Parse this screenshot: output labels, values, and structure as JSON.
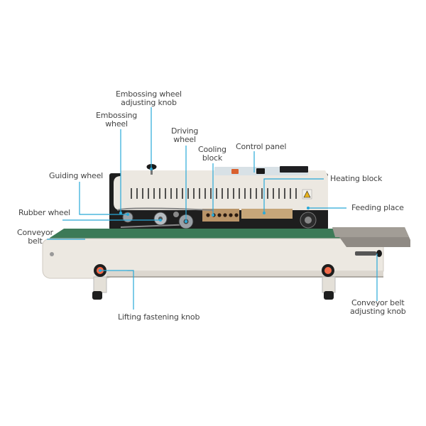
{
  "diagram": {
    "subject": "Continuous band sealer machine",
    "accent_line_color": "#29a9d8",
    "labels": {
      "embossing_wheel_adjusting_knob": [
        "Embossing wheel",
        "adjusting knob"
      ],
      "embossing_wheel": [
        "Embossing",
        "wheel"
      ],
      "driving_wheel": [
        "Driving",
        "wheel"
      ],
      "cooling_block": [
        "Cooling",
        "block"
      ],
      "control_panel": "Control panel",
      "heating_block": "Heating block",
      "guiding_wheel": "Guiding wheel",
      "rubber_wheel": "Rubber wheel",
      "feeding_place": "Feeding place",
      "conveyor_belt": [
        "Conveyor",
        "belt"
      ],
      "lifting_fastening_knob": "Lifting fastening knob",
      "conveyor_belt_adjusting_knob": [
        "Conveyor belt",
        "adjusting knob"
      ]
    },
    "colors": {
      "body": "#ece8e1",
      "belt": "#3c7a57",
      "knob_center": "#f26a4a",
      "dark_frame": "#1e1e1e",
      "copper_block": "#b99468",
      "tray": "#8f8a84"
    }
  }
}
